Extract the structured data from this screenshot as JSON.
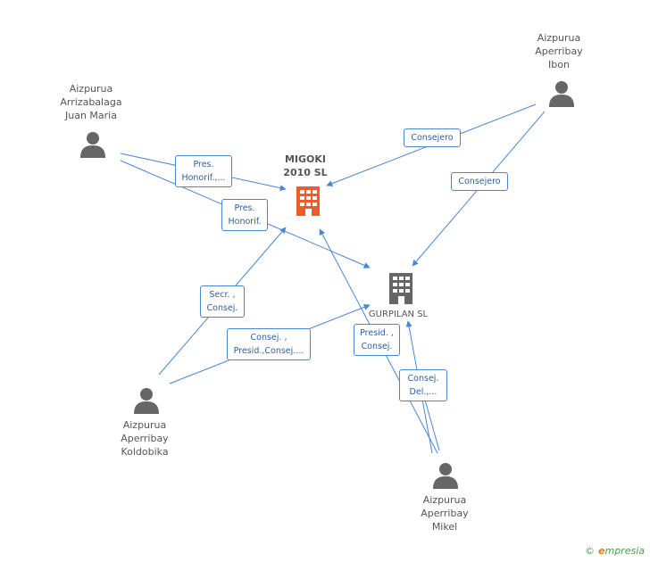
{
  "nodes": {
    "migoki": {
      "label_line1": "MIGOKI",
      "label_line2": "2010 SL",
      "color": "#f25a2a"
    },
    "gurpilan": {
      "label": "GURPILAN SL",
      "color": "#666666"
    },
    "juan_maria": {
      "line1": "Aizpurua",
      "line2": "Arrizabalaga",
      "line3": "Juan Maria"
    },
    "ibon": {
      "line1": "Aizpurua",
      "line2": "Aperribay",
      "line3": "Ibon"
    },
    "koldobika": {
      "line1": "Aizpurua",
      "line2": "Aperribay",
      "line3": "Koldobika"
    },
    "mikel": {
      "line1": "Aizpurua",
      "line2": "Aperribay",
      "line3": "Mikel"
    }
  },
  "edge_labels": {
    "juan_migoki": {
      "line1": "Pres.",
      "line2": "Honorif.,..."
    },
    "juan_gurpilan": {
      "line1": "Pres.",
      "line2": "Honorif."
    },
    "ibon_migoki": {
      "line1": "Consejero"
    },
    "ibon_gurpilan": {
      "line1": "Consejero"
    },
    "koldobika_migoki": {
      "line1": "Secr. ,",
      "line2": "Consej."
    },
    "koldobika_gurpilan": {
      "line1": "Consej. ,",
      "line2": "Presid.,Consej...."
    },
    "mikel_migoki": {
      "line1": "Presid. ,",
      "line2": "Consej."
    },
    "mikel_gurpilan": {
      "line1": "Consej.",
      "line2": "Del.,..."
    }
  },
  "footer": {
    "copyright": "©",
    "brand_e": "e",
    "brand_rest": "mpresia"
  },
  "colors": {
    "edge": "#4a86d4",
    "person": "#666666"
  }
}
